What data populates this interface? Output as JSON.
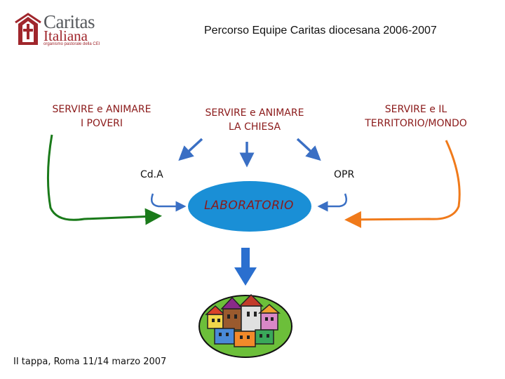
{
  "logo": {
    "name": "Caritas",
    "subname": "Italiana",
    "tagline": "organismo pastorale della CEI"
  },
  "header": {
    "title": "Percorso Equipe Caritas diocesana 2006-2007"
  },
  "diagram": {
    "categories": [
      {
        "line1": "SERVIRE e ANIMARE",
        "line2": "I POVERI"
      },
      {
        "line1": "SERVIRE e ANIMARE",
        "line2": "LA CHIESA"
      },
      {
        "line1": "SERVIRE e IL",
        "line2": "TERRITORIO/MONDO"
      }
    ],
    "left_label": "Cd.A",
    "right_label": "OPR",
    "center": "LABORATORIO",
    "colors": {
      "left_arrow": "#1a7a1a",
      "right_arrow": "#f07a1a",
      "blue_arrows": "#3a6fc4",
      "center_fill": "#1a8fd6",
      "heading_text": "#8b1a1a"
    }
  },
  "footer": {
    "note": "II tappa, Roma 11/14 marzo 2007"
  }
}
